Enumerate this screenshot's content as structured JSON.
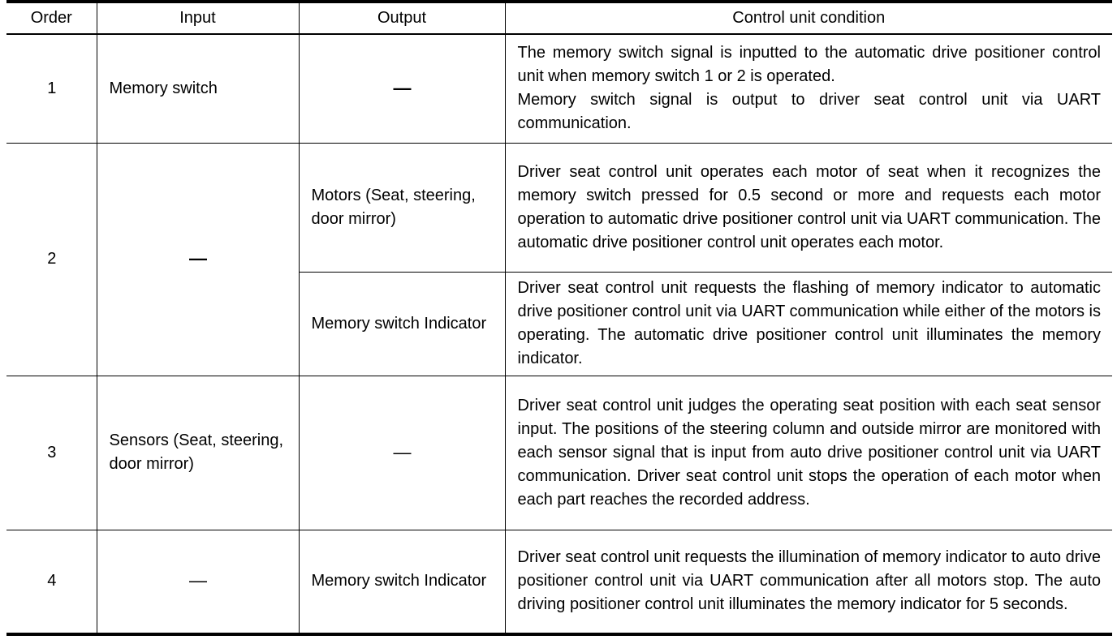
{
  "table": {
    "headers": {
      "order": "Order",
      "input": "Input",
      "output": "Output",
      "condition": "Control unit condition"
    },
    "rows": [
      {
        "order": "1",
        "input": "Memory switch",
        "output": "—",
        "condition": [
          "The memory switch signal is inputted to the automatic drive positioner control unit when memory switch 1 or 2 is operated.",
          "Memory switch signal is output to driver seat control unit via UART communication."
        ]
      },
      {
        "order": "2",
        "input": "—",
        "outputs": [
          {
            "output": "Motors (Seat, steering, door mirror)",
            "condition": "Driver seat control unit operates each motor of seat when it recognizes the memory switch pressed for 0.5 second or more and requests each motor operation to automatic drive positioner control unit via UART communication. The automatic drive positioner control unit operates each motor."
          },
          {
            "output": "Memory switch Indicator",
            "condition": "Driver seat control unit requests the flashing of memory indicator to automatic drive positioner control unit via UART communication while either of the motors is operating. The automatic drive positioner control unit illuminates the memory indicator."
          }
        ]
      },
      {
        "order": "3",
        "input": "Sensors (Seat, steering, door mirror)",
        "output": "—",
        "condition": "Driver seat control unit judges the operating seat position with each seat sensor input. The positions of the steering column and outside mirror are monitored with each sensor signal that is input from auto drive positioner control unit via UART communication. Driver seat control unit stops the operation of each motor when each part reaches the recorded address."
      },
      {
        "order": "4",
        "input": "—",
        "output": "Memory switch Indicator",
        "condition": "Driver seat control unit requests the illumination of memory indicator to auto drive positioner control unit via UART communication after all motors stop. The auto driving positioner control unit illuminates the memory indicator for 5 seconds."
      }
    ]
  }
}
